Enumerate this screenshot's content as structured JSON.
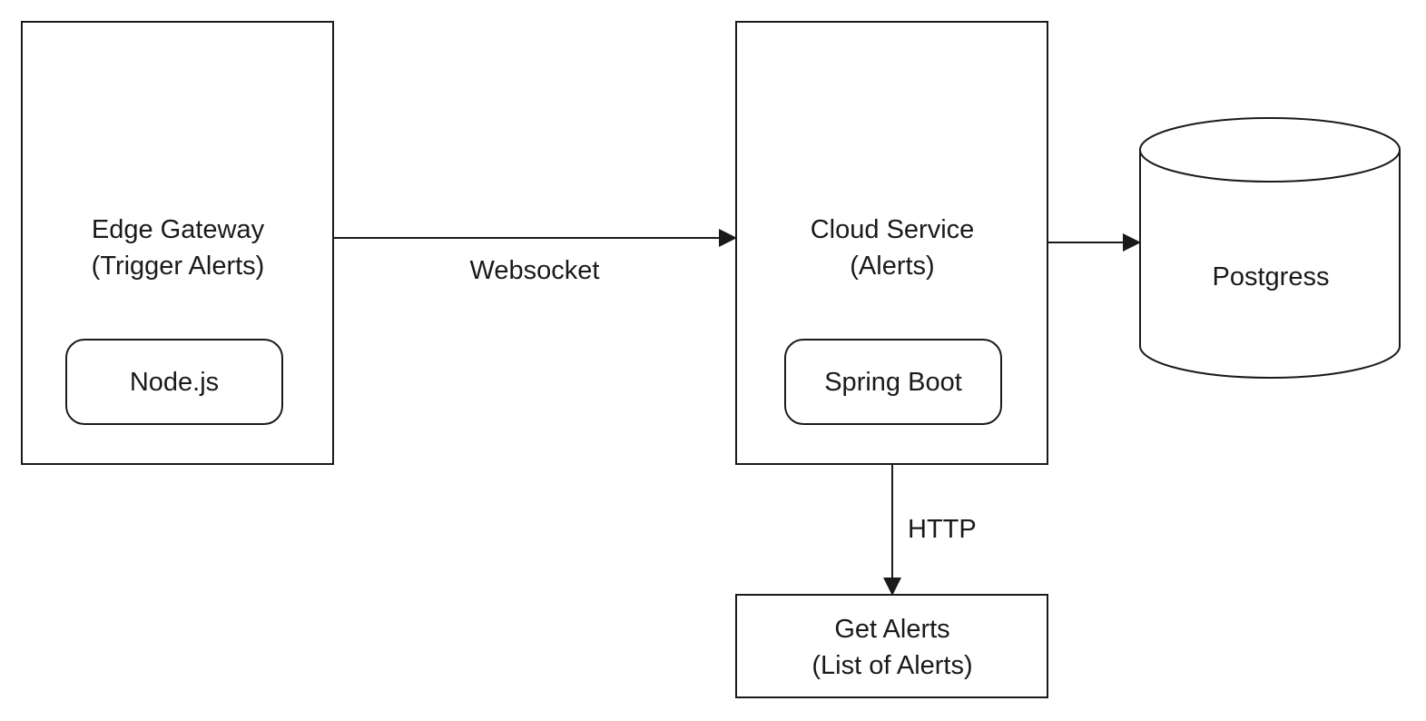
{
  "nodes": {
    "edge_gateway": {
      "title_line1": "Edge Gateway",
      "title_line2": "(Trigger Alerts)",
      "component": "Node.js"
    },
    "cloud_service": {
      "title_line1": "Cloud Service",
      "title_line2": "(Alerts)",
      "component": "Spring Boot"
    },
    "database": {
      "label": "Postgress"
    },
    "get_alerts": {
      "title_line1": "Get Alerts",
      "title_line2": "(List of Alerts)"
    }
  },
  "edges": {
    "gateway_to_cloud": {
      "label": "Websocket"
    },
    "cloud_to_db": {
      "label": ""
    },
    "cloud_to_get_alerts": {
      "label": "HTTP"
    }
  },
  "colors": {
    "stroke": "#1a1a1a",
    "background": "#ffffff"
  }
}
